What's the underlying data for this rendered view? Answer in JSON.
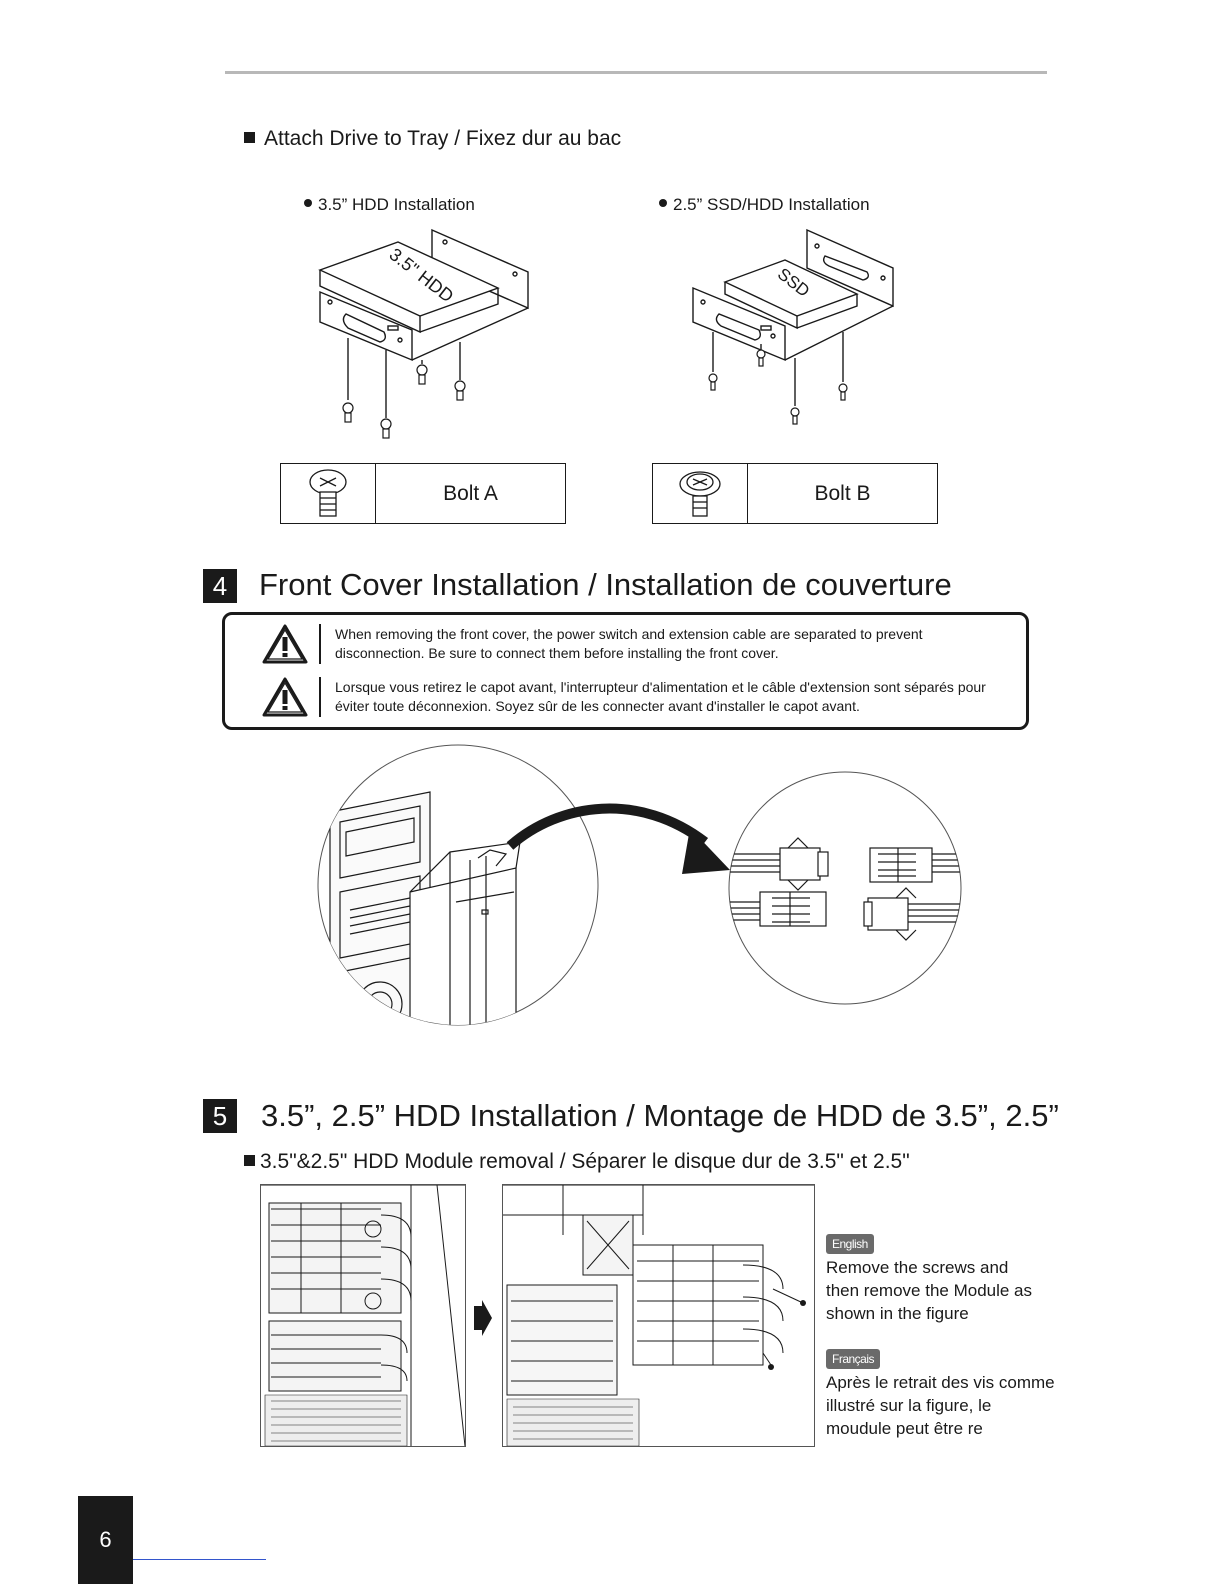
{
  "header": {
    "attach_title": "Attach Drive to Tray / Fixez dur au bac"
  },
  "attach": {
    "hdd35_caption": "3.5” HDD Installation",
    "ssd25_caption": "2.5” SSD/HDD Installation",
    "hdd35_drive_label": "3.5\" HDD",
    "ssd_drive_label": "SSD",
    "bolt_a_label": "Bolt A",
    "bolt_b_label": "Bolt B"
  },
  "section4": {
    "number": "4",
    "title": "Front Cover Installation / Installation de couverture",
    "warnings": [
      {
        "text": "When removing the front cover, the power switch and extension cable are separated to prevent disconnection. Be sure to connect them before installing the front cover."
      },
      {
        "text": "Lorsque vous retirez le capot avant, l'interrupteur d'alimentation et le câble d'extension sont séparés pour éviter toute déconnexion. Soyez sûr de les connecter avant d'installer le capot avant."
      }
    ]
  },
  "section5": {
    "number": "5",
    "title": "3.5”, 2.5” HDD Installation / Montage de HDD de 3.5”, 2.5”",
    "subtitle": "3.5\"&2.5\" HDD Module removal / Séparer le disque dur de 3.5\" et 2.5\"",
    "english_badge": "English",
    "english_text": "Remove the screws and then remove the Module as shown in the figure",
    "french_badge": "Français",
    "french_text": "Après le retrait des vis comme illustré sur la figure, le moudule peut être re"
  },
  "footer": {
    "page_number": "6"
  }
}
